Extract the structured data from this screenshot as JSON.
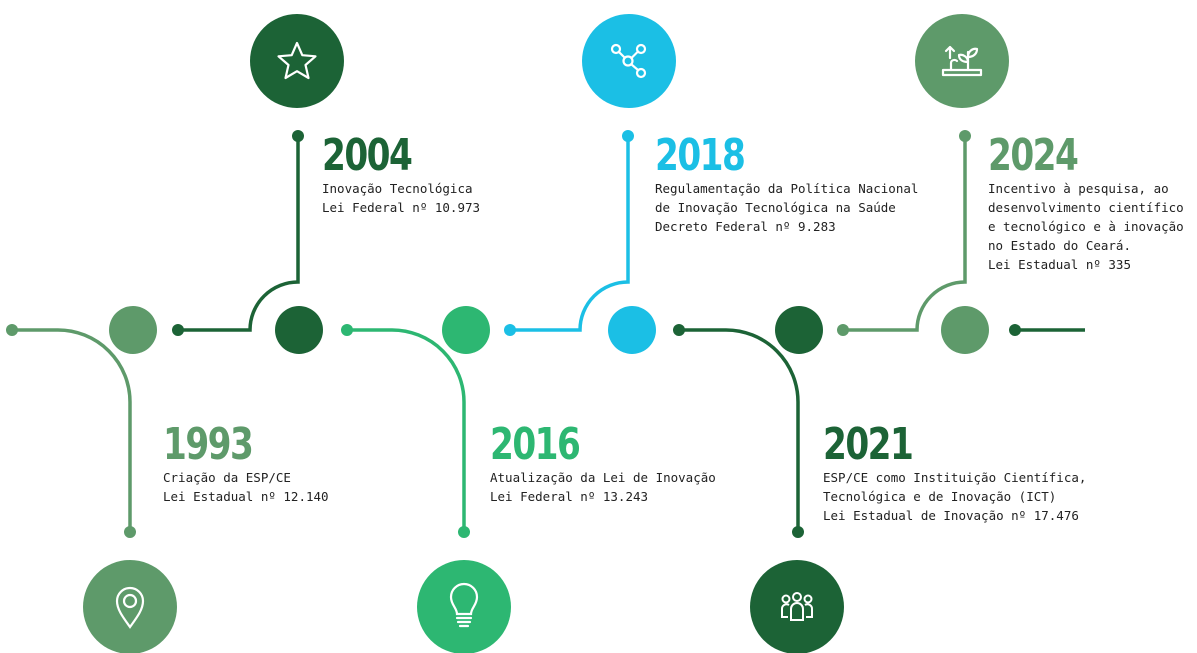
{
  "colors": {
    "sage": "#5e9a6a",
    "dark_green": "#1c6336",
    "mint": "#2db772",
    "cyan": "#1bbfe5"
  },
  "events": [
    {
      "year": "1993",
      "title": "Criação da ESP/CE",
      "law": "Lei Estadual nº 12.140",
      "icon": "location-pin-icon",
      "color": "#5e9a6a"
    },
    {
      "year": "2004",
      "title": "Inovação Tecnológica",
      "law": "Lei Federal nº 10.973",
      "icon": "star-icon",
      "color": "#1c6336"
    },
    {
      "year": "2016",
      "title": "Atualização da Lei de Inovação",
      "law": "Lei Federal nº 13.243",
      "icon": "lightbulb-icon",
      "color": "#2db772"
    },
    {
      "year": "2018",
      "title": "Regulamentação da Política Nacional\nde Inovação Tecnológica na Saúde",
      "law": "Decreto Federal nº 9.283",
      "icon": "network-icon",
      "color": "#1bbfe5"
    },
    {
      "year": "2021",
      "title": "ESP/CE como Instituição Científica,\nTecnológica e de Inovação (ICT)",
      "law": "Lei Estadual de Inovação nº 17.476",
      "icon": "people-group-icon",
      "color": "#1c6336"
    },
    {
      "year": "2024",
      "title": "Incentivo à pesquisa, ao\ndesenvolvimento científico\ne tecnológico e à inovação\nno Estado do Ceará.",
      "law": "Lei Estadual nº 335",
      "icon": "plant-growth-icon",
      "color": "#5e9a6a"
    }
  ]
}
